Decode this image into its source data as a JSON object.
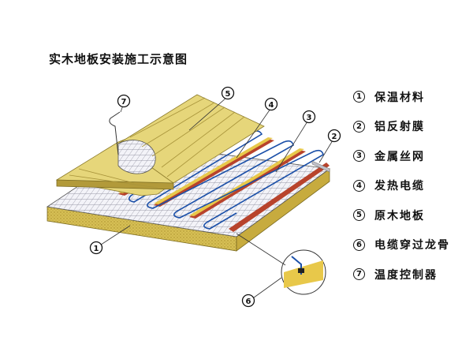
{
  "title": "实木地板安装施工示意图",
  "legend": [
    {
      "num": "1",
      "label": "保温材料"
    },
    {
      "num": "2",
      "label": "铝反射膜"
    },
    {
      "num": "3",
      "label": "金属丝网"
    },
    {
      "num": "4",
      "label": "发热电缆"
    },
    {
      "num": "5",
      "label": "原木地板"
    },
    {
      "num": "6",
      "label": "电缆穿过龙骨"
    },
    {
      "num": "7",
      "label": "温度控制器"
    }
  ],
  "colors": {
    "insulation": "#d8c35c",
    "wood": "#e6d67a",
    "mesh": "#e8e8f0",
    "cable": "#1a4fa8",
    "joist": "#c0402a"
  }
}
